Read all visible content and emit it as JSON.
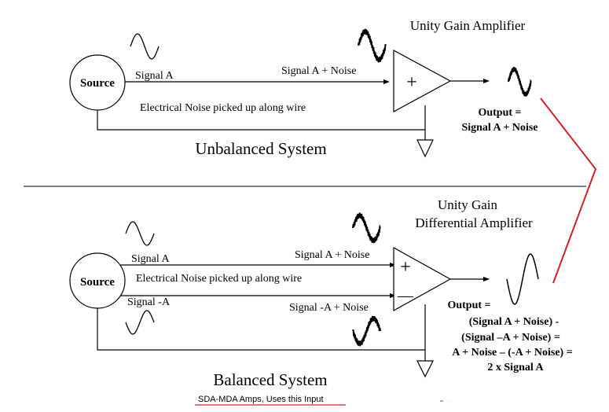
{
  "unbalanced": {
    "source_label": "Source",
    "signal_label": "Signal A",
    "signal_noise_label": "Signal A + Noise",
    "noise_note": "Electrical Noise picked up along wire",
    "amp_title": "Unity Gain Amplifier",
    "amp_symbol": "+",
    "output_line1": "Output =",
    "output_line2": "Signal A + Noise",
    "caption": "Unbalanced System"
  },
  "balanced": {
    "source_label": "Source",
    "signal_a_label": "Signal A",
    "signal_neg_a_label": "Signal -A",
    "noise_note": "Electrical Noise picked up along wire",
    "signal_a_noise_label": "Signal A + Noise",
    "signal_neg_a_noise_label": "Signal -A + Noise",
    "amp_title_line1": "Unity Gain",
    "amp_title_line2": "Differential Amplifier",
    "plus_symbol": "+",
    "minus_symbol": "—",
    "output_lines": [
      "Output =",
      "(Signal A + Noise) -",
      "(Signal –A + Noise) =",
      "A + Noise – (-A + Noise) =",
      "2 x Signal A"
    ],
    "caption": "Balanced System"
  },
  "footer_note": "SDA-MDA Amps, Uses this Input",
  "colors": {
    "line": "#000000",
    "connector": "#d42027",
    "footer_underline": "#d42027"
  }
}
